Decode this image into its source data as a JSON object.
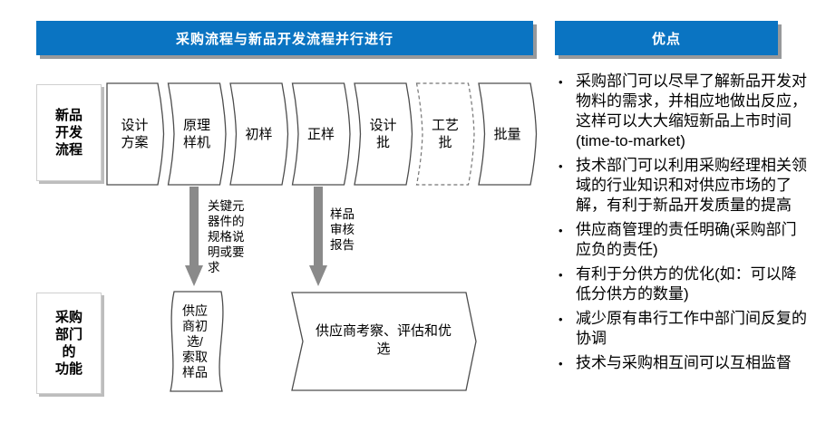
{
  "colors": {
    "accent_blue": "#0a74c2",
    "banner_shadow_gray": "#97999b",
    "arrow_gray": "#8a8a8a",
    "shape_border_gray": "#4d4d4d"
  },
  "main_banner": {
    "title": "采购流程与新品开发流程并行进行"
  },
  "dev_process": {
    "label": "新品\n开发\n流程",
    "steps": [
      {
        "label": "设计\n方案",
        "style": "solid"
      },
      {
        "label": "原理\n样机",
        "style": "solid"
      },
      {
        "label": "初样",
        "style": "solid"
      },
      {
        "label": "正样",
        "style": "solid"
      },
      {
        "label": "设计\n批",
        "style": "solid"
      },
      {
        "label": "工艺\n批",
        "style": "dashed"
      },
      {
        "label": "批量",
        "style": "solid"
      }
    ]
  },
  "handoffs": [
    {
      "from_step": "原理样机",
      "note": "关键元\n器件的\n规格说\n明或要\n求"
    },
    {
      "from_step": "正样",
      "note": "样品\n审核\n报告"
    }
  ],
  "purchasing": {
    "label": "采购\n部门\n的\n功能",
    "shapes": [
      {
        "label": "供应\n商初\n选/\n索取\n样品"
      },
      {
        "label": "供应商考察、评估和优\n选"
      }
    ]
  },
  "advantages": {
    "title": "优点",
    "bullets": [
      "采购部门可以尽早了解新品开发对物料的需求，并相应地做出反应，这样可以大大缩短新品上市时间(time-to-market)",
      "技术部门可以利用采购经理相关领域的行业知识和对供应市场的了解，有利于新品开发质量的提高",
      "供应商管理的责任明确(采购部门应负的责任)",
      "有利于分供方的优化(如：可以降低分供方的数量)",
      "减少原有串行工作中部门间反复的协调",
      "技术与采购相互间可以互相监督"
    ]
  }
}
